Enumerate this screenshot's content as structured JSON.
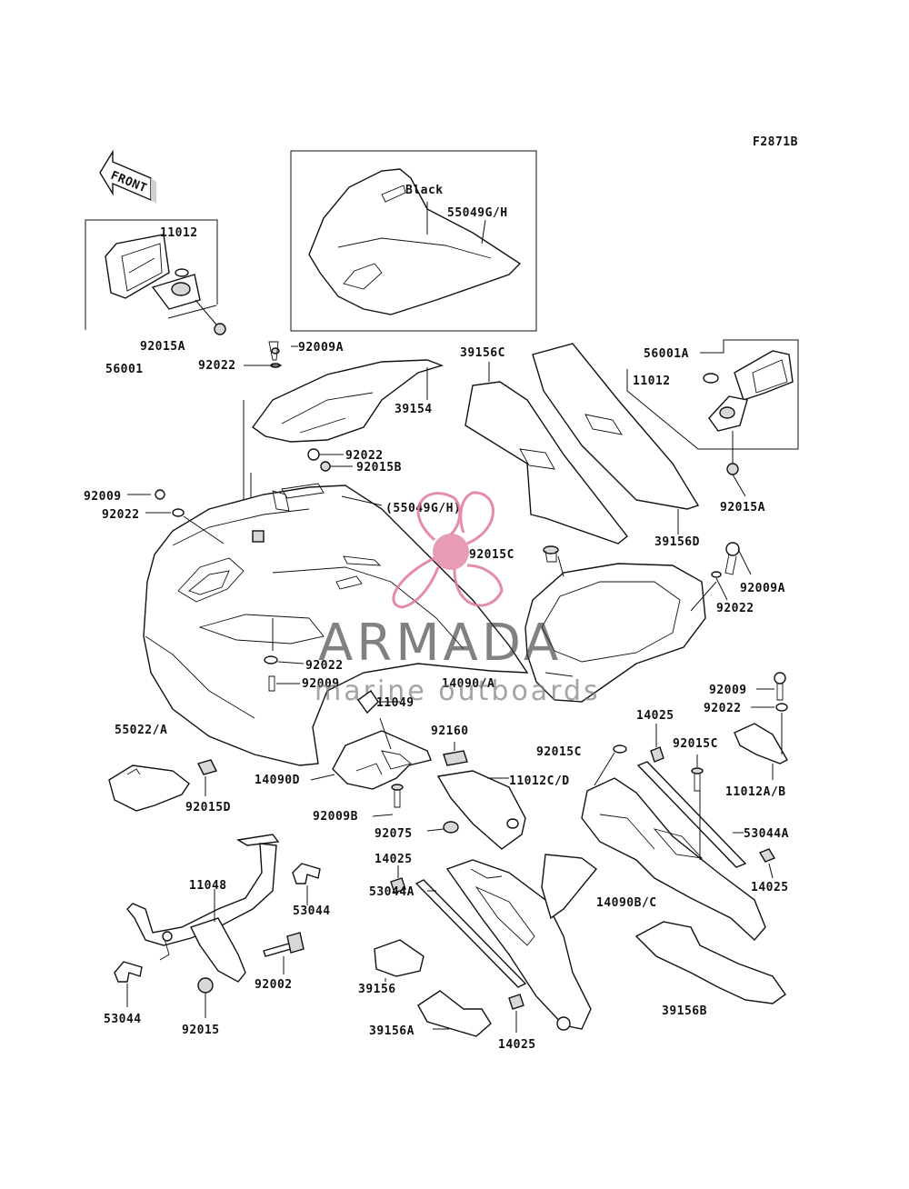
{
  "figure_code": "F2871B",
  "front_label": "FRONT",
  "color_note": "Black",
  "watermark": {
    "title": "ARMADA",
    "subtitle": "marine outboards",
    "accent": "#e0789a"
  },
  "labels": {
    "p11012_left": "11012",
    "p92015A_left": "92015A",
    "p56001": "56001",
    "p55049GH": "55049G/H",
    "p92009A_top": "92009A",
    "p92022_top": "92022",
    "p39154": "39154",
    "p92022_mid": "92022",
    "p92015B": "92015B",
    "p39156C": "39156C",
    "p56001A": "56001A",
    "p11012_right": "11012",
    "p92015A_right": "92015A",
    "p39156D": "39156D",
    "p92009_left": "92009",
    "p92022_left": "92022",
    "p55049GH_paren": "(55049G/H)",
    "p92015C_center": "92015C",
    "p92009A_right": "92009A",
    "p92022_right": "92022",
    "p92022_lower": "92022",
    "p92009_lower": "92009",
    "p14090A": "14090/A",
    "p11049": "11049",
    "p55022A": "55022/A",
    "p92009_r2": "92009",
    "p92022_r2": "92022",
    "p14025_top": "14025",
    "p92160": "92160",
    "p92015C_mid": "92015C",
    "p92015C_right": "92015C",
    "p11012AB": "11012A/B",
    "p14090D": "14090D",
    "p11012CD": "11012C/D",
    "p92015D": "92015D",
    "p92009B": "92009B",
    "p92075": "92075",
    "p53044A_right": "53044A",
    "p14025_left": "14025",
    "p14025_right": "14025",
    "p11048": "11048",
    "p53044_top": "53044",
    "p53044A_left": "53044A",
    "p14090BC": "14090B/C",
    "p92002": "92002",
    "p39156": "39156",
    "p39156B": "39156B",
    "p53044_bottom": "53044",
    "p92015": "92015",
    "p39156A": "39156A",
    "p14025_bottom": "14025"
  }
}
